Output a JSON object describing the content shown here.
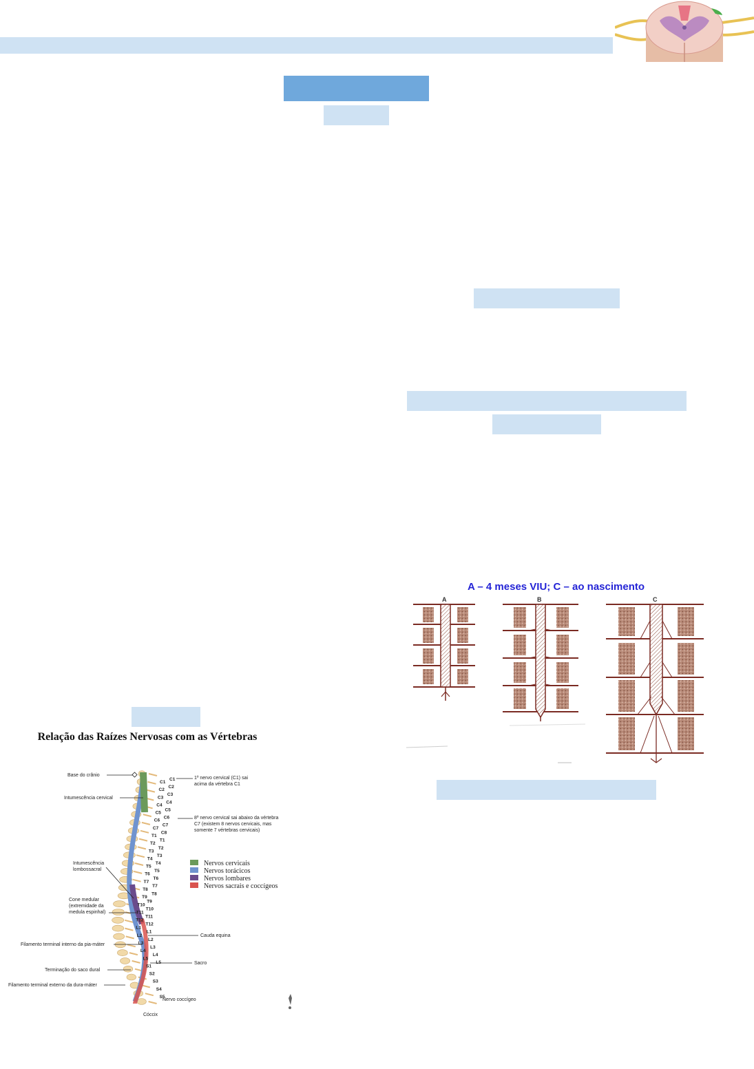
{
  "figure_spine": {
    "title": "Relação das Raízes Nervosas com as Vértebras",
    "labels": {
      "skull_base": "Base do crânio",
      "cervical_enlargement": "Intumescência cervical",
      "lumbosacral_line1": "Intumescência",
      "lumbosacral_line2": "lombossacral",
      "conus_line1": "Cone medular",
      "conus_line2": "(extremidade da",
      "conus_line3": "medula espinhal)",
      "filum_internal": "Filamento terminal interno da pia-máter",
      "dural_sac_end": "Terminação do saco dural",
      "filum_external": "Filamento terminal externo da dura-máter",
      "coccyx": "Cóccix",
      "cauda_equina": "Cauda equina",
      "sacrum": "Sacro",
      "coccygeal_nerve": "Nervo coccígeo",
      "c1_note_line1": "1º nervo cervical (C1) sai",
      "c1_note_line2": "acima da vértebra C1",
      "c8_note_line1": "8º nervo cervical sai abaixo da vértebra",
      "c8_note_line2": "C7 (existem 8 nervos cervicais, mas",
      "c8_note_line3": "somente 7 vértebras cervicais)"
    },
    "legend": [
      {
        "label": "Nervos cervicais",
        "color": "#6b9a5b"
      },
      {
        "label": "Nervos torácicos",
        "color": "#6f93cf"
      },
      {
        "label": "Nervos lombares",
        "color": "#6a4b8c"
      },
      {
        "label": "Nervos sacrais e coccígeos",
        "color": "#d9534f"
      }
    ],
    "vertebra_labels_a": [
      "C1",
      "C2",
      "C3",
      "C4",
      "C5",
      "C6",
      "C7",
      "T1",
      "T2",
      "T3",
      "T4",
      "T5",
      "T6",
      "T7",
      "T8",
      "T9",
      "T10",
      "T11",
      "T12",
      "L1",
      "L2",
      "L3",
      "L4",
      "L5",
      "S1",
      "S2",
      "S3",
      "S4",
      "S5"
    ],
    "vertebra_labels_b": [
      "C1",
      "C2",
      "C3",
      "C4",
      "C5",
      "C6",
      "C7",
      "C8",
      "T1",
      "T2",
      "T3",
      "T4",
      "T5",
      "T6",
      "T7",
      "T8",
      "T9",
      "T10",
      "T11",
      "T12",
      "L1",
      "L2",
      "L3",
      "L4",
      "L5"
    ]
  },
  "figure_development": {
    "title": "A – 4 meses VIU; C – ao nascimento",
    "columns": [
      "A",
      "B",
      "C"
    ]
  }
}
